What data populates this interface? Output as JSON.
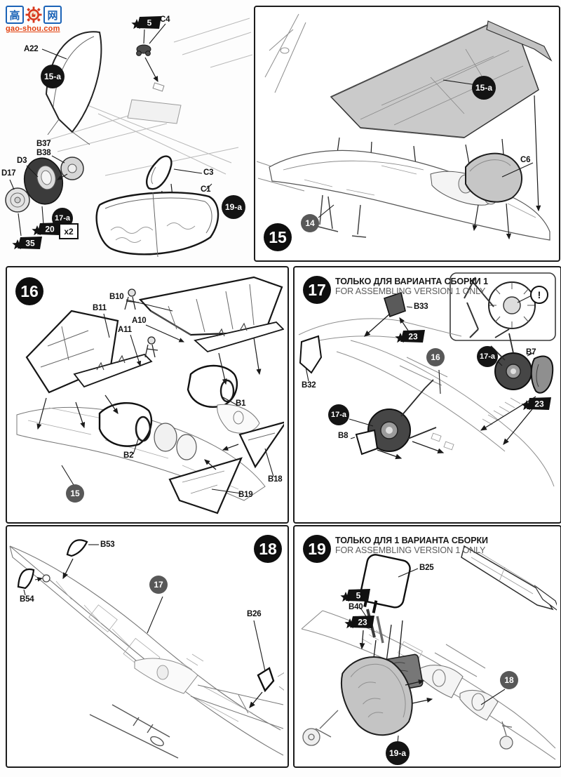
{
  "watermark": {
    "char_left": "高",
    "char_right": "网",
    "url": "gao-shou.com"
  },
  "intro": {
    "labels": {
      "a22": "A22",
      "c4": "C4",
      "b37": "B37",
      "b38": "B38",
      "d3": "D3",
      "d17": "D17",
      "c3": "C3",
      "c1": "C1"
    },
    "badges": {
      "b15a": "15-a",
      "b17a": "17-a",
      "b19a": "19-a"
    },
    "flags": {
      "f5": "5",
      "f20": "20",
      "f35": "35"
    },
    "multiplier": "x2"
  },
  "step15": {
    "number": "15",
    "badges": {
      "b15a": "15-a",
      "b14": "14"
    },
    "labels": {
      "c6": "C6"
    }
  },
  "step16": {
    "number": "16",
    "labels": {
      "b10": "B10",
      "b11": "B11",
      "a10": "A10",
      "a11": "A11",
      "b1": "B1",
      "b2": "B2",
      "b18": "B18",
      "b19": "B19"
    },
    "badges": {
      "b15": "15"
    }
  },
  "step17": {
    "number": "17",
    "title_ru": "ТОЛЬКО ДЛЯ ВАРИАНТА СБОРКИ 1",
    "title_en": "FOR ASSEMBLING VERSION 1 ONLY",
    "labels": {
      "b33": "B33",
      "b32": "B32",
      "b7": "B7",
      "b8": "B8"
    },
    "badges": {
      "b16": "16",
      "b17a": "17-a"
    },
    "flags": {
      "f23": "23"
    },
    "warning": "!"
  },
  "step18": {
    "number": "18",
    "labels": {
      "b53": "B53",
      "b54": "B54",
      "b26": "B26"
    },
    "badges": {
      "b17": "17"
    }
  },
  "step19": {
    "number": "19",
    "title_ru": "ТОЛЬКО ДЛЯ 1 ВАРИАНТА СБОРКИ",
    "title_en": "FOR ASSEMBLING VERSION 1 ONLY",
    "labels": {
      "b25": "B25",
      "b40": "B40"
    },
    "badges": {
      "b18": "18",
      "b19a": "19-a"
    },
    "flags": {
      "f5": "5",
      "f23": "23"
    }
  }
}
